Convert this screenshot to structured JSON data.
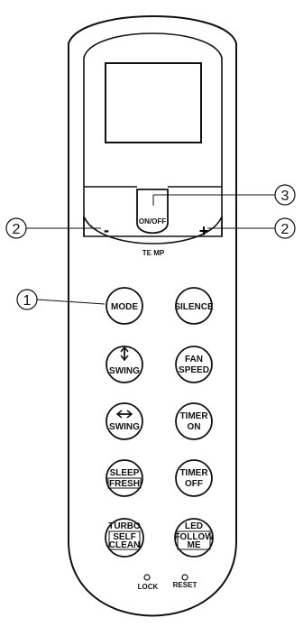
{
  "buttons": {
    "on_off": "ON/OFF",
    "minus": "-",
    "plus": "+",
    "temp": "TE MP",
    "mode": "MODE",
    "silence": "SILENCE",
    "swing_v_icon": "vertical-swing-arrow-icon",
    "swing_v": "SWING",
    "fan_speed_1": "FAN",
    "fan_speed_2": "SPEED",
    "swing_h_icon": "horizontal-swing-arrow-icon",
    "swing_h": "SWING",
    "timer_on_1": "TIMER",
    "timer_on_2": "ON",
    "sleep": "SLEEP",
    "fresh": "FRESH",
    "timer_off_1": "TIMER",
    "timer_off_2": "OFF",
    "turbo": "TURBO",
    "self": "SELF",
    "clean": "CLEAN",
    "led": "LED",
    "follow": "FOLLOW",
    "me": "ME",
    "lock": "LOCK",
    "reset": "RESET"
  },
  "callouts": {
    "mode_num": "1",
    "minus_num": "2",
    "plus_num": "2",
    "onoff_num": "3"
  }
}
